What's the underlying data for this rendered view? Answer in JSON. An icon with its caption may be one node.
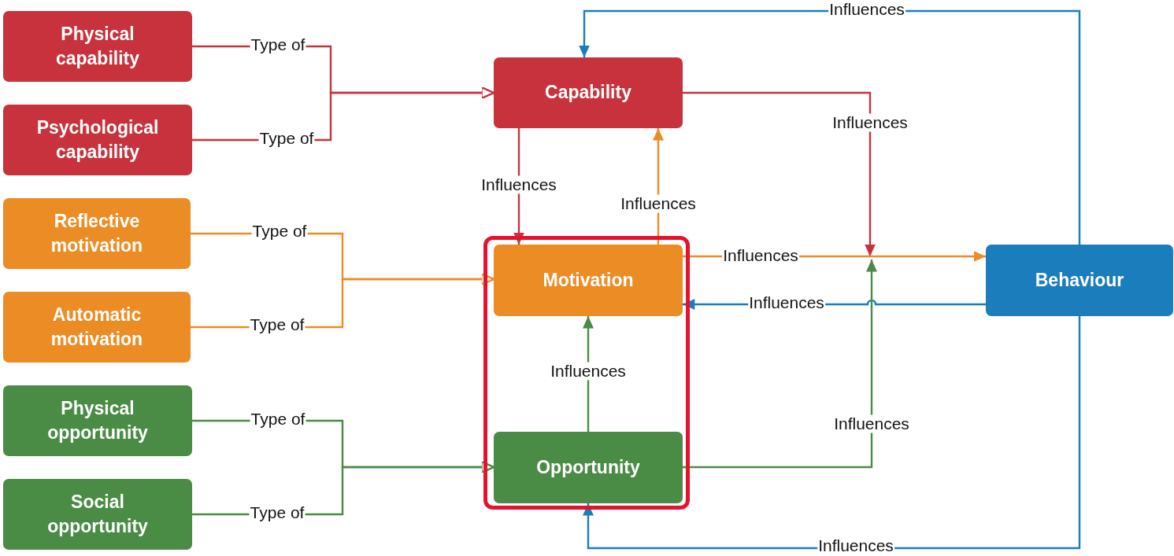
{
  "diagram": {
    "nodes": [
      {
        "text": [
          "Physical capability"
        ]
      },
      {
        "text": [
          "Psychological capability"
        ]
      },
      {
        "text": [
          "Reflective motivation"
        ]
      },
      {
        "text": [
          "Automatic motivation"
        ]
      },
      {
        "text": [
          "Physical opportunity"
        ]
      },
      {
        "text": [
          "Social opportunity"
        ]
      },
      {
        "text": [
          "Capability"
        ]
      },
      {
        "text": [],
        "shape": "box"
      },
      {
        "text": [
          "Motivation"
        ],
        "in": 7
      },
      {
        "text": [
          "Opportunity"
        ],
        "in": 7
      },
      {
        "text": [
          "Behaviour"
        ]
      }
    ],
    "edges": [
      {
        "from": 0,
        "to": 6,
        "arrow": "to",
        "label": "Type of",
        "color": "#c8323c"
      },
      {
        "from": 1,
        "to": 6,
        "arrow": "to",
        "label": "Type of",
        "color": "#c8323c"
      },
      {
        "from": 2,
        "to": 8,
        "arrow": "to",
        "label": "Type of",
        "color": "#ec8c25"
      },
      {
        "from": 3,
        "to": 8,
        "arrow": "to",
        "label": "Type of",
        "color": "#ec8c25"
      },
      {
        "from": 4,
        "to": 9,
        "arrow": "to",
        "label": "Type of",
        "color": "#4a8b45"
      },
      {
        "from": 5,
        "to": 9,
        "arrow": "to",
        "label": "Type of",
        "color": "#4a8b45"
      },
      {
        "from": 6,
        "to": 8,
        "arrow": "to",
        "label": "Influences",
        "color": "#c8323c"
      },
      {
        "from": 8,
        "to": 6,
        "arrow": "to",
        "label": "Influences",
        "color": "#ec8c25"
      },
      {
        "from": 6,
        "to": null,
        "arrow": "to",
        "label": "Influences",
        "color": "#c8323c"
      },
      {
        "from": 8,
        "to": 10,
        "arrow": "to",
        "label": "Influences",
        "color": "#ec8c25"
      },
      {
        "from": 10,
        "to": 8,
        "arrow": "to",
        "label": "Influences",
        "color": "#1b7dbb"
      },
      {
        "from": 9,
        "to": null,
        "arrow": "to",
        "label": "Influences",
        "color": "#4a8b45"
      },
      {
        "from": 9,
        "to": 8,
        "arrow": "to",
        "label": "Influences",
        "color": "#4a8b45"
      },
      {
        "from": 10,
        "to": 6,
        "arrow": "to",
        "label": "Influences",
        "color": "#1b7dbb"
      },
      {
        "from": 10,
        "to": 9,
        "arrow": "to",
        "label": "Influences",
        "color": "#1b7dbb"
      }
    ]
  }
}
